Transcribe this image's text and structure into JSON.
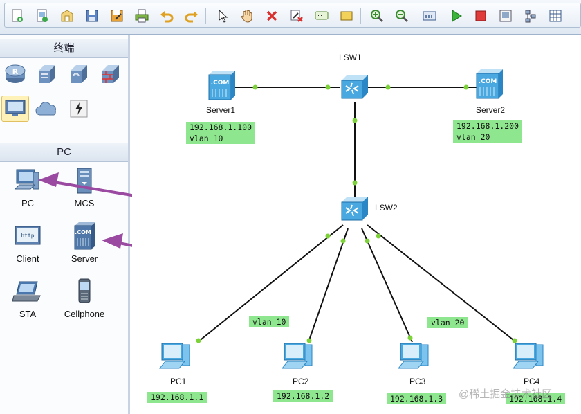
{
  "toolbar": {
    "buttons": [
      {
        "name": "new-topology-icon"
      },
      {
        "name": "new-project-icon"
      },
      {
        "name": "open-icon"
      },
      {
        "name": "save-icon"
      },
      {
        "name": "save-as-icon"
      },
      {
        "name": "print-icon"
      },
      {
        "name": "undo-icon"
      },
      {
        "name": "redo-icon"
      },
      {
        "name": "select-pointer-icon"
      },
      {
        "name": "pan-hand-icon"
      },
      {
        "name": "delete-icon"
      },
      {
        "name": "delete-link-icon"
      },
      {
        "name": "text-note-icon"
      },
      {
        "name": "rectangle-icon"
      },
      {
        "name": "zoom-in-icon"
      },
      {
        "name": "zoom-out-icon"
      },
      {
        "name": "device-table-icon"
      },
      {
        "name": "start-device-icon"
      },
      {
        "name": "stop-device-icon"
      },
      {
        "name": "capture-icon"
      },
      {
        "name": "topology-icon"
      },
      {
        "name": "grid-icon"
      }
    ]
  },
  "left_panel": {
    "terminal_header": "终端",
    "terminal_icons": [
      "router-icon",
      "switch-icon",
      "wireless-icon",
      "firewall-icon",
      "pc-monitor-icon",
      "cloud-icon",
      "connector-icon"
    ],
    "pc_header": "PC",
    "devices": [
      {
        "label": "PC",
        "icon": "pc-icon"
      },
      {
        "label": "MCS",
        "icon": "mcs-icon"
      },
      {
        "label": "Client",
        "icon": "client-icon"
      },
      {
        "label": "Server",
        "icon": "server-icon"
      },
      {
        "label": "STA",
        "icon": "sta-laptop-icon"
      },
      {
        "label": "Cellphone",
        "icon": "cellphone-icon"
      }
    ]
  },
  "topology": {
    "nodes": {
      "lsw1": "LSW1",
      "lsw2": "LSW2",
      "server1": "Server1",
      "server2": "Server2",
      "pc1": "PC1",
      "pc2": "PC2",
      "pc3": "PC3",
      "pc4": "PC4"
    },
    "tags": {
      "server1": "192.168.1.100\nvlan 10",
      "server2": "192.168.1.200\nvlan 20",
      "vlan10": "vlan 10",
      "vlan20": "vlan 20",
      "pc1": "192.168.1.1",
      "pc2": "192.168.1.2",
      "pc3": "192.168.1.3",
      "pc4": "192.168.1.4"
    }
  },
  "colors": {
    "tag_bg": "#8ee68e",
    "arrow": "#9a4aa0",
    "port": "#7dd23a",
    "device_blue": "#4aa3e0"
  },
  "watermark": "@稀土掘金技术社区"
}
